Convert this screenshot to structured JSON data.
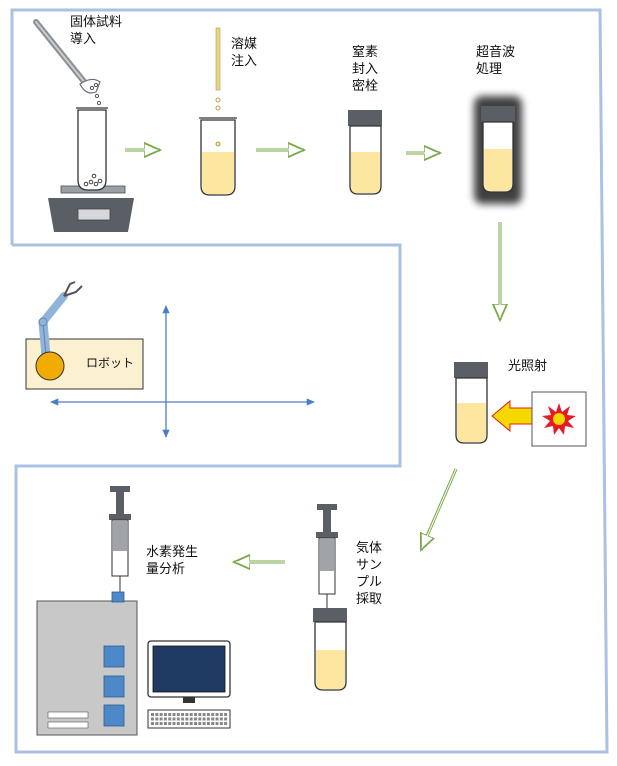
{
  "steps": {
    "solid_intro": "固体試料\n導入",
    "solvent_inject": "溶媒\n注入",
    "nitrogen_seal": "窒素\n封入\n密栓",
    "ultrasonic": "超音波\n処理",
    "light_irradiation": "光照射",
    "gas_sampling": "気体\nサン\nプル\n採取",
    "hydrogen_analysis": "水素発生\n量分析"
  },
  "robot": {
    "label": "ロボット"
  },
  "colors": {
    "frame": "#a9c1e2",
    "flow_arrow": "#79a94a",
    "robot_axis_arrow": "#4a7fc1",
    "liquid": "#fde6a0",
    "cap": "#5a5f66",
    "robot_panel": "#fbf0cf",
    "robot_ball": "#f2ac00",
    "light_arrow": "#f5d800",
    "starburst": "#e51c23",
    "analyzer_body": "#c8c8c8",
    "analyzer_window": "#4d89c9",
    "monitor_screen": "#1f3a63"
  },
  "icons": [
    "spatula-icon",
    "balance-icon",
    "vial-icon",
    "syringe-icon",
    "robot-arm-icon",
    "light-source-icon",
    "gas-analyzer-icon",
    "computer-monitor-icon",
    "keyboard-icon"
  ]
}
